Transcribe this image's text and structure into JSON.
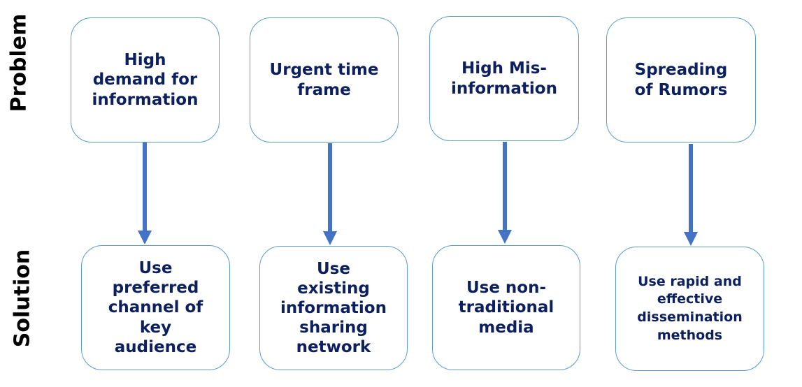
{
  "rows": {
    "problem_label": "Problem",
    "solution_label": "Solution"
  },
  "problems": [
    {
      "text": "High\ndemand for\ninformation"
    },
    {
      "text": "Urgent time\nframe"
    },
    {
      "text": "High Mis-\ninformation"
    },
    {
      "text": "Spreading\nof Rumors"
    }
  ],
  "solutions": [
    {
      "text": "Use\npreferred\nchannel of\nkey\naudience"
    },
    {
      "text": "Use\nexisting\ninformation\nsharing\nnetwork"
    },
    {
      "text": "Use non-\ntraditional\nmedia"
    },
    {
      "text": "Use rapid and\neffective\ndissemination\nmethods"
    }
  ],
  "colors": {
    "box_border": "#5b9bd5",
    "arrow": "#4472c4",
    "text": "#0c1f5e",
    "label": "#000000"
  }
}
